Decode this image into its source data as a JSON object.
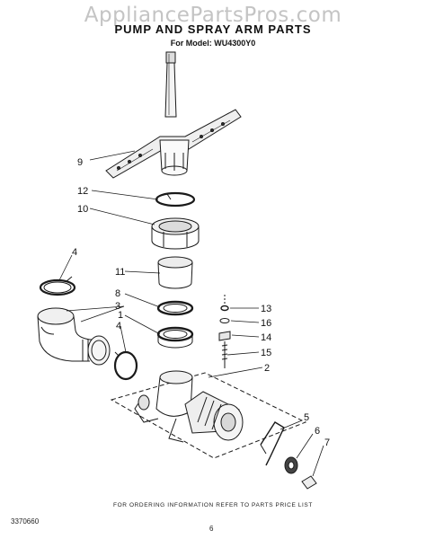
{
  "watermark": "AppliancePartsPros.com",
  "header": {
    "title": "PUMP AND SPRAY ARM PARTS",
    "model": "For Model: WU4300Y0"
  },
  "callouts": [
    "9",
    "12",
    "10",
    "4",
    "11",
    "8",
    "3",
    "1",
    "4",
    "13",
    "16",
    "14",
    "15",
    "2",
    "5",
    "6",
    "7"
  ],
  "footer": {
    "note": "FOR ORDERING INFORMATION REFER TO PARTS PRICE LIST",
    "doc_number": "3370660",
    "page": "6"
  }
}
